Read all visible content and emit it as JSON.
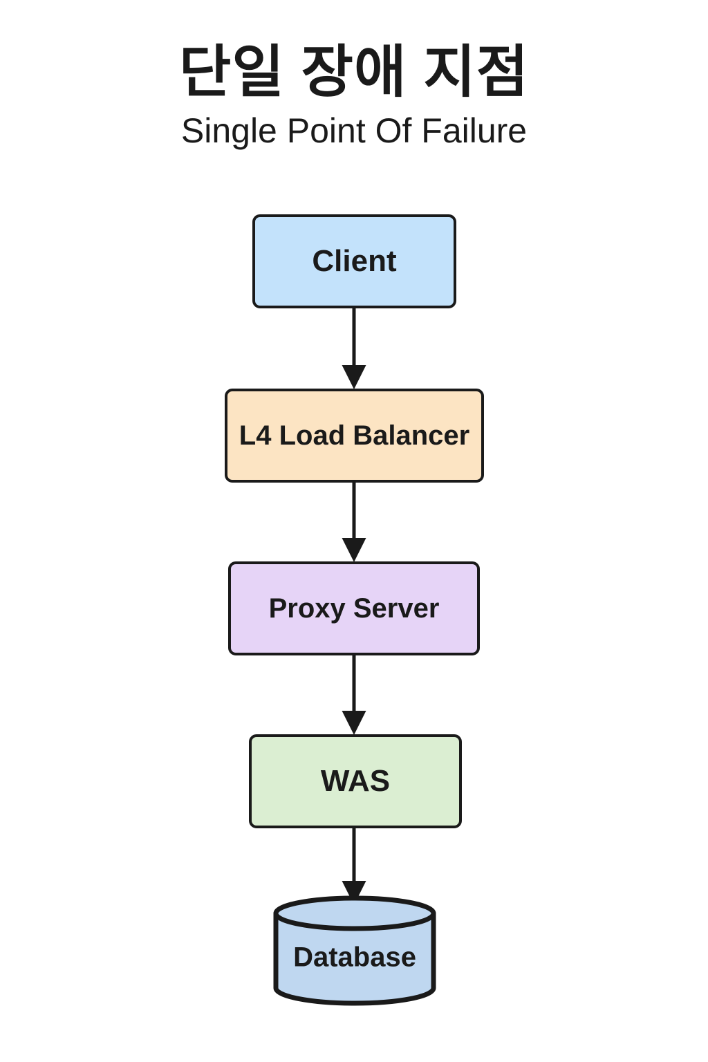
{
  "header": {
    "title_ko": "단일 장애 지점",
    "title_en": "Single Point Of Failure"
  },
  "colors": {
    "background": "#ffffff",
    "stroke": "#1a1a1a",
    "text": "#1a1a1a",
    "client_fill": "#c3e2fb",
    "load_balancer_fill": "#fce4c3",
    "proxy_fill": "#e6d4f7",
    "was_fill": "#dbeed2",
    "database_fill": "#bfd7f0"
  },
  "diagram": {
    "type": "flowchart",
    "direction": "top-to-bottom",
    "nodes": [
      {
        "id": "client",
        "label": "Client",
        "shape": "rounded-rect",
        "fill": "#c3e2fb"
      },
      {
        "id": "load-balancer",
        "label": "L4 Load Balancer",
        "shape": "rounded-rect",
        "fill": "#fce4c3"
      },
      {
        "id": "proxy",
        "label": "Proxy Server",
        "shape": "rounded-rect",
        "fill": "#e6d4f7"
      },
      {
        "id": "was",
        "label": "WAS",
        "shape": "rounded-rect",
        "fill": "#dbeed2"
      },
      {
        "id": "database",
        "label": "Database",
        "shape": "cylinder",
        "fill": "#bfd7f0"
      }
    ],
    "edges": [
      {
        "from": "client",
        "to": "load-balancer",
        "style": "solid",
        "arrow": "single"
      },
      {
        "from": "load-balancer",
        "to": "proxy",
        "style": "solid",
        "arrow": "single"
      },
      {
        "from": "proxy",
        "to": "was",
        "style": "solid",
        "arrow": "single"
      },
      {
        "from": "was",
        "to": "database",
        "style": "solid",
        "arrow": "single"
      }
    ]
  }
}
